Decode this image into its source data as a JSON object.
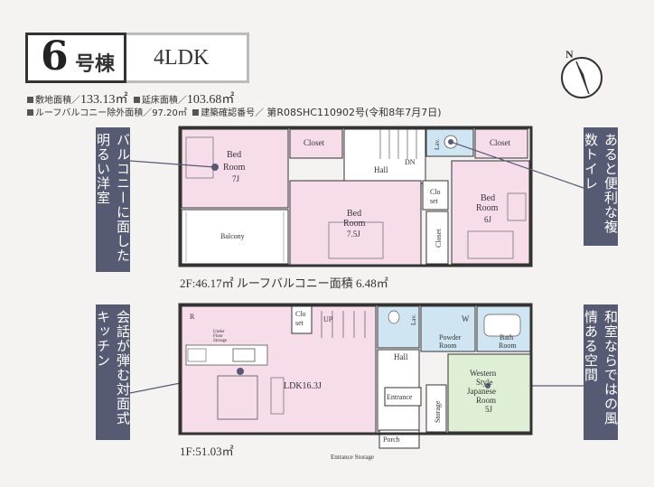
{
  "header": {
    "house_number": "6",
    "house_suffix": "号棟",
    "layout_type": "4LDK"
  },
  "info": {
    "site_area_label": "敷地面積／",
    "site_area_value": "133.13㎡",
    "floor_area_label": "延床面積／",
    "floor_area_value": "103.68㎡",
    "roof_balcony_label": "ルーフバルコニー除外面積／97.20㎡",
    "permit_label": "建築確認番号／",
    "permit_value": "第R08SHC110902号(令和8年7月7日)"
  },
  "compass": {
    "label": "N",
    "icon": "compass-icon"
  },
  "callouts": {
    "balcony_room": "バルコニーに面した明るい洋室",
    "toilets": "あると便利な複数トイレ",
    "kitchen": "会話が弾む対面式キッチン",
    "japanese_room": "和室ならではの風情ある空間"
  },
  "floor2": {
    "label": "2F:46.17㎡ ルーフバルコニー面積 6.48㎡",
    "rooms": {
      "bed1_l1": "Bed",
      "bed1_l2": "Room",
      "bed1_l3": "7J",
      "closet1": "Closet",
      "hall": "Hall",
      "dn": "DN",
      "bed2_l1": "Bed",
      "bed2_l2": "Room",
      "bed2_l3": "7.5J",
      "closet_small_l1": "Clo",
      "closet_small_l2": "set",
      "closet_v": "Closet",
      "lav": "Lav.",
      "closet3": "Closet",
      "bed3_l1": "Bed",
      "bed3_l2": "Room",
      "bed3_l3": "6J",
      "balcony": "Balcony"
    }
  },
  "floor1": {
    "label": "1F:51.03㎡",
    "rooms": {
      "ref": "R",
      "underfloor_l1": "Under",
      "underfloor_l2": "Floor",
      "underfloor_l3": "Storage",
      "closet_l1": "Clo",
      "closet_l2": "set",
      "up": "UP",
      "lav": "Lav.",
      "w": "W",
      "ldk": "LDK16.3J",
      "hall": "Hall",
      "powder_l1": "Powder",
      "powder_l2": "Room",
      "bath_l1": "Bath",
      "bath_l2": "Room",
      "entrance": "Entrance",
      "storage": "Storage",
      "jp_l1": "Western",
      "jp_l2": "Style",
      "jp_l3": "Japanese",
      "jp_l4": "Room",
      "jp_l5": "5J",
      "porch": "Porch",
      "entrance_storage": "Entrance Storage"
    }
  },
  "colors": {
    "pink": "#f6dde9",
    "green": "#deefd6",
    "blue": "#cfe6f2",
    "callout": "#565a72"
  }
}
